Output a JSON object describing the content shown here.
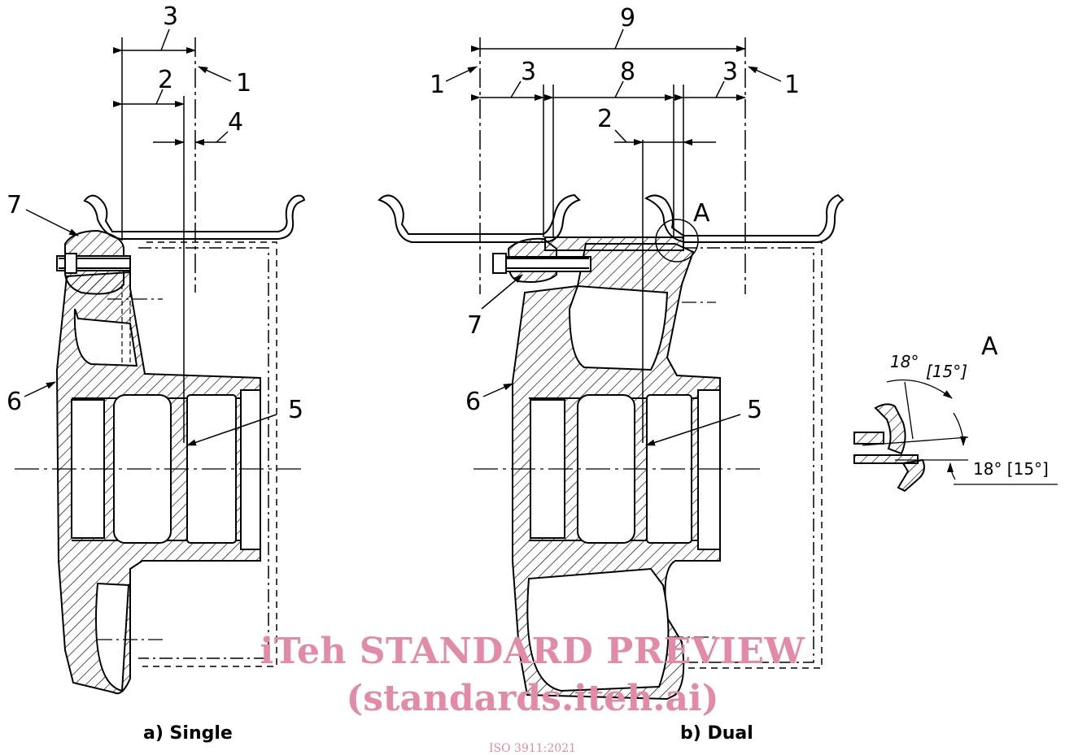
{
  "labels": {
    "l1": "1",
    "l2": "2",
    "l3": "3",
    "l4": "4",
    "l5": "5",
    "l6": "6",
    "l7": "7",
    "l8": "8",
    "l9": "9",
    "detail": "A"
  },
  "detail": {
    "angle_top": "18°",
    "angle_top_alt": "[15°]",
    "angle_right": "18°  [15°]"
  },
  "captions": {
    "single": "a)  Single",
    "dual": "b)  Dual"
  },
  "watermark": {
    "line1": "iTeh STANDARD PREVIEW",
    "line2": "(standards.iteh.ai)",
    "line3": "ISO 3911:2021"
  }
}
